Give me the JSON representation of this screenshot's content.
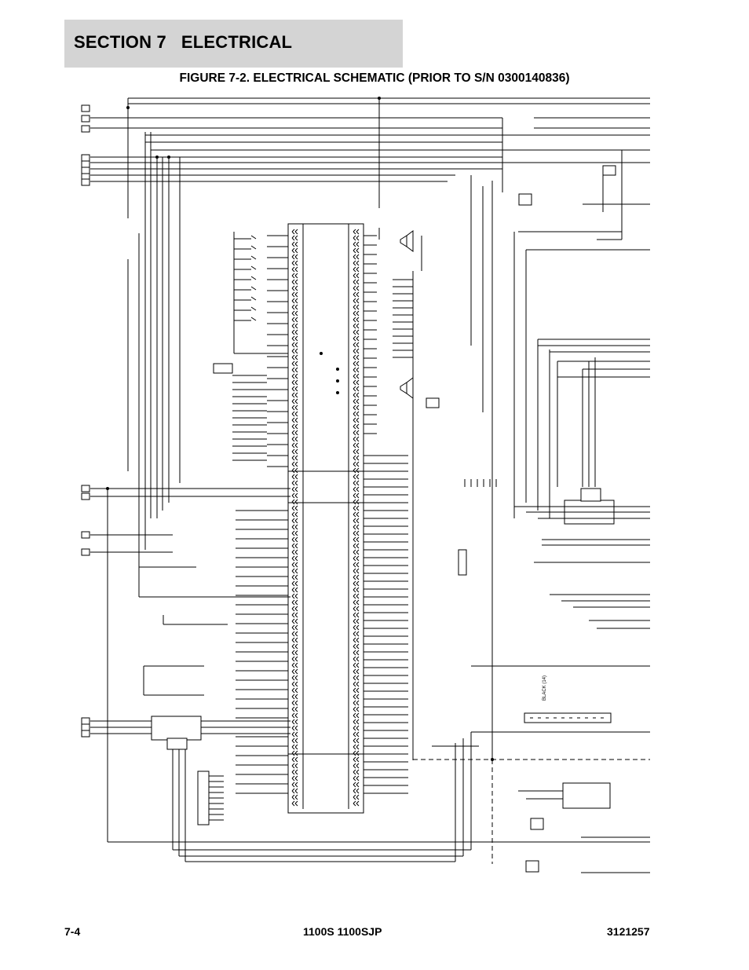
{
  "header": {
    "section_title": "SECTION 7   ELECTRICAL",
    "figure_caption": "FIGURE 7-2. ELECTRICAL SCHEMATIC (PRIOR TO S/N 0300140836)"
  },
  "schematic": {
    "wire_label": "BLACK (14)"
  },
  "footer": {
    "page_number": "7-4",
    "model": "1100S 1100SJP",
    "part_number": "3121257"
  }
}
